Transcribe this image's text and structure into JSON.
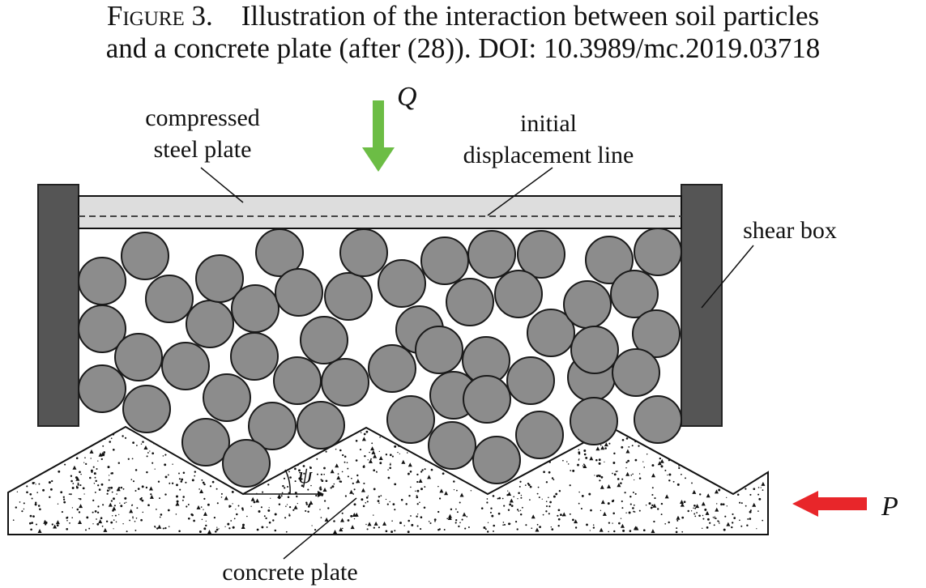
{
  "caption": {
    "figure_label": "Figure 3.",
    "line1_text": "Illustration of the interaction between soil particles",
    "line2_text": "and a concrete plate (after (28)).  DOI: 10.3989/mc.2019.03718"
  },
  "labels": {
    "load_q": "Q",
    "load_p": "P",
    "angle": "ψ",
    "compressed_steel_plate_line1": "compressed",
    "compressed_steel_plate_line2": "steel plate",
    "initial_displacement_line1": "initial",
    "initial_displacement_line2": "displacement line",
    "shear_box": "shear box",
    "concrete_plate": "concrete plate"
  },
  "colors": {
    "arrow_q": "#6cbd45",
    "arrow_p": "#e8262a",
    "particle_fill": "#8c8c8c",
    "box_wall": "#555555",
    "steel_plate": "#dddddd"
  }
}
